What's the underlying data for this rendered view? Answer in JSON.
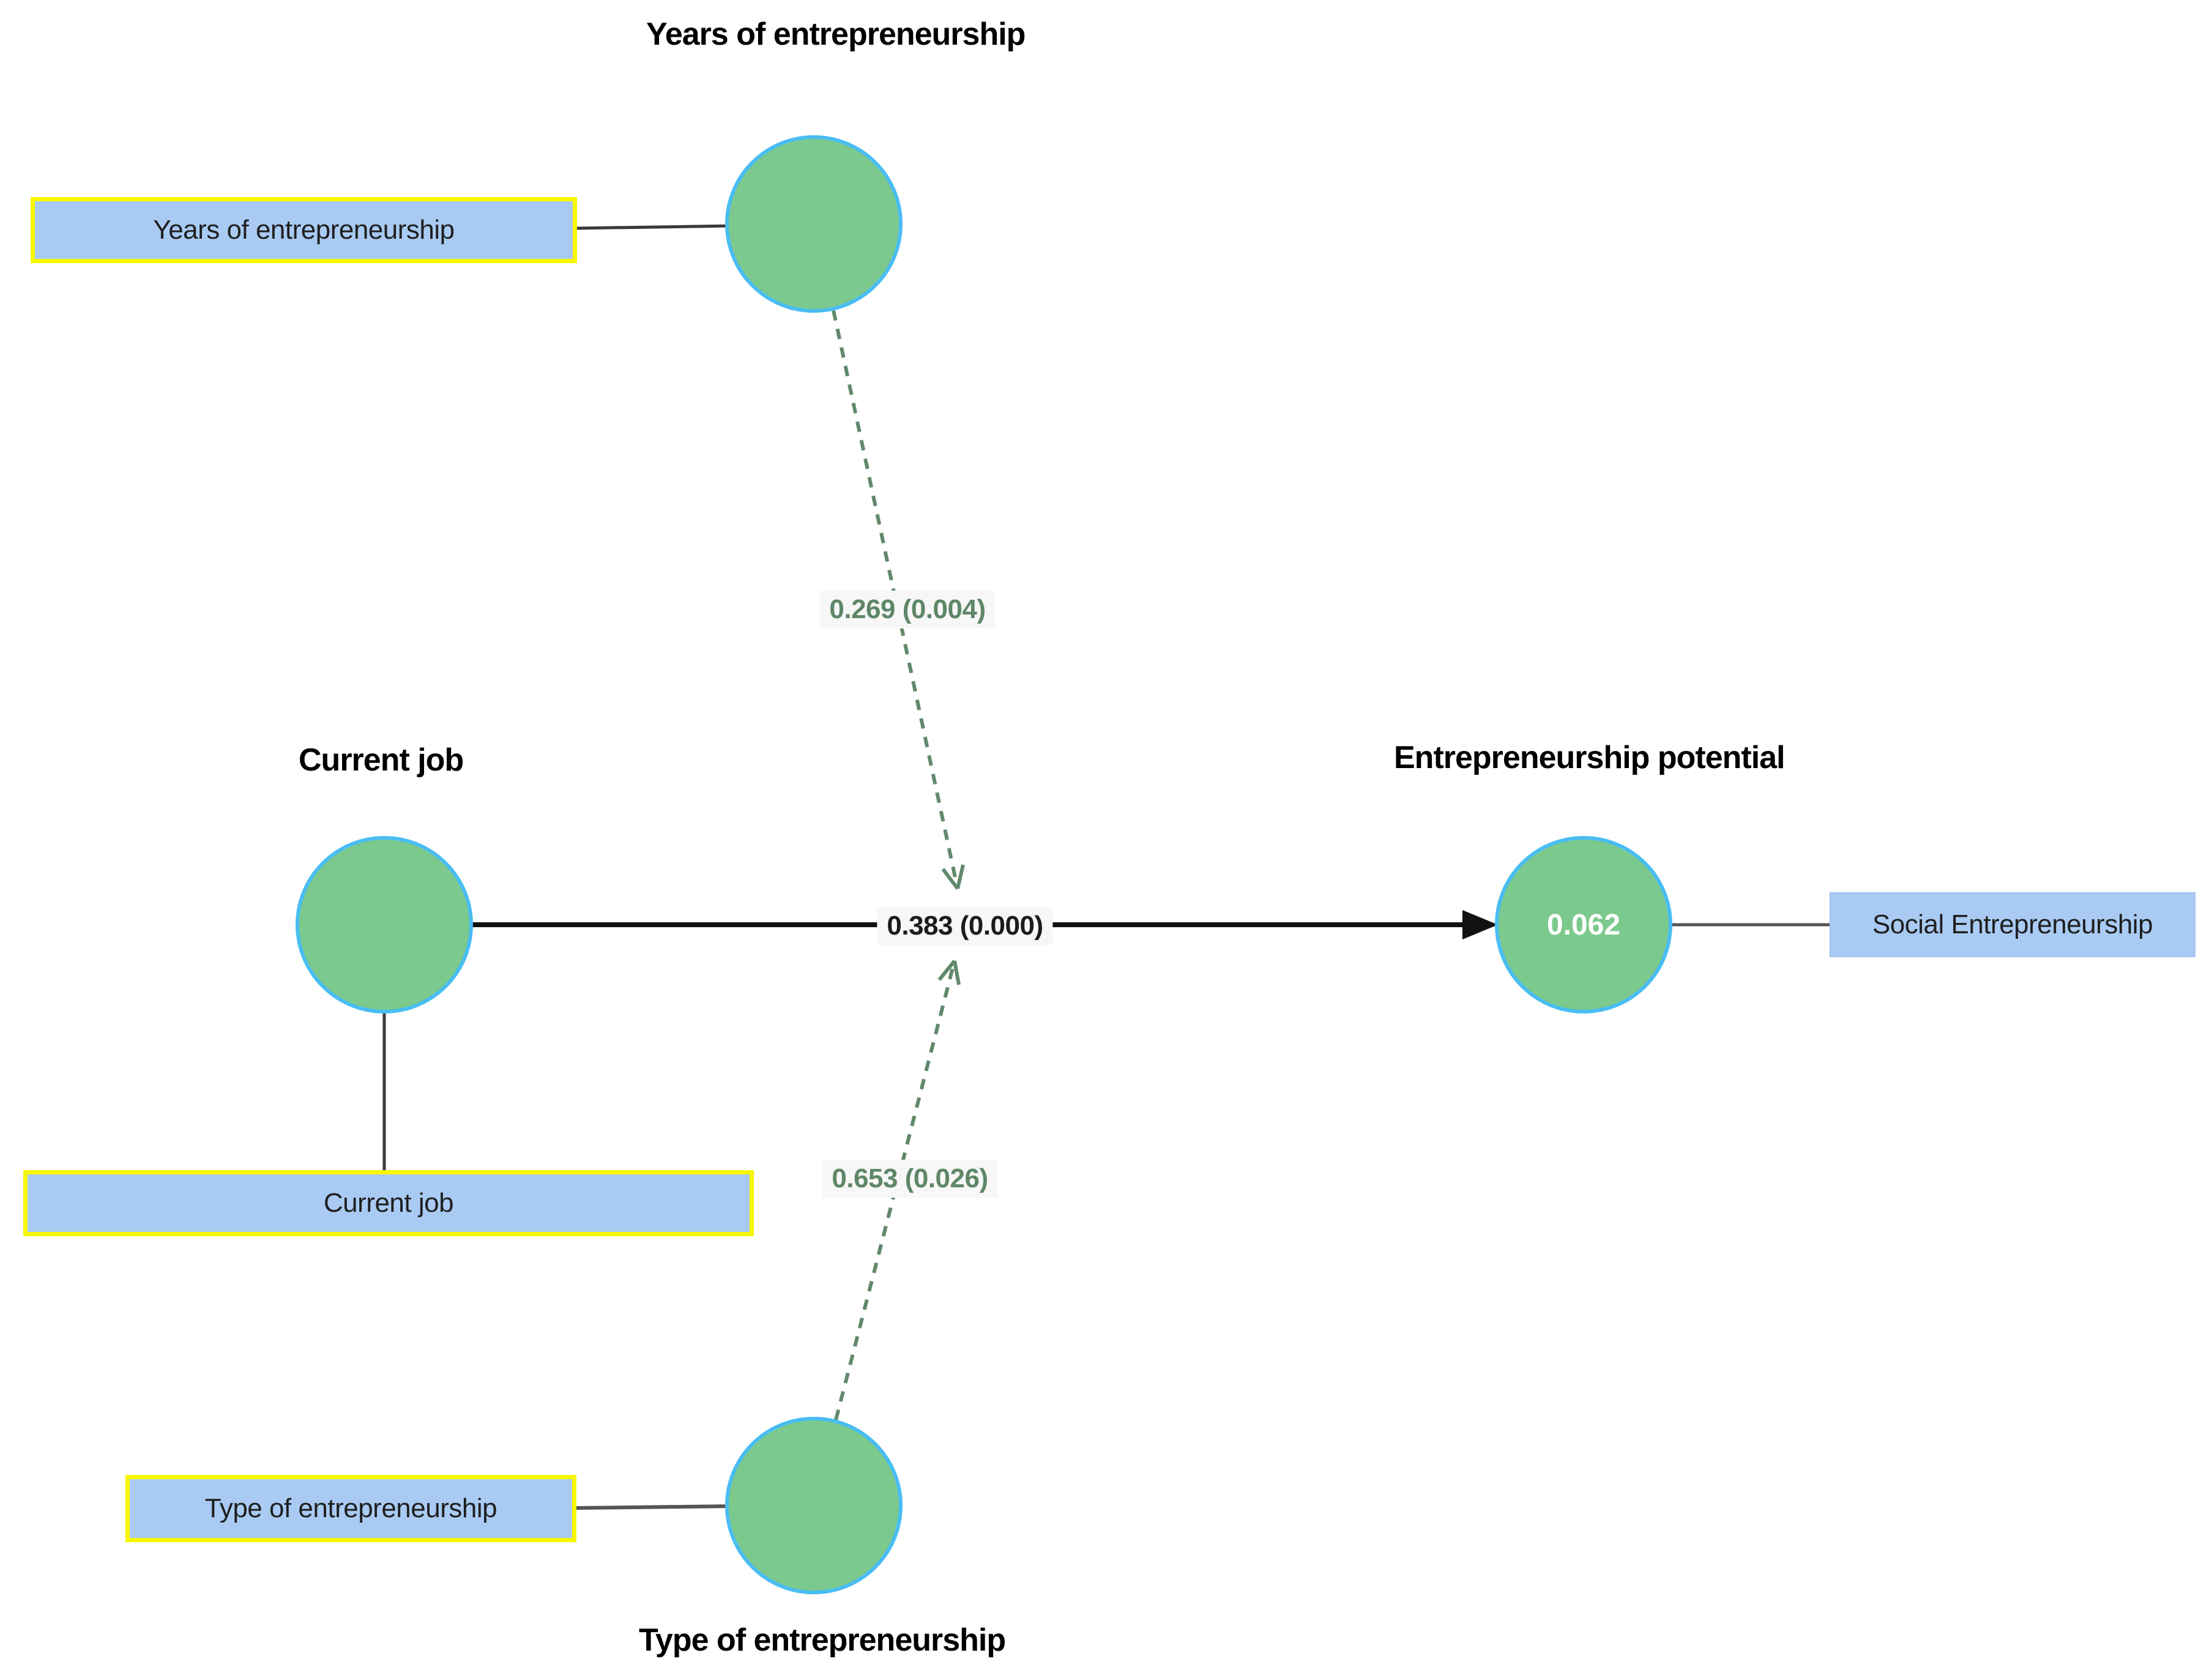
{
  "diagram": {
    "nodes": {
      "years": {
        "title": "Years of entrepreneurship",
        "indicator": "Years of entrepreneurship"
      },
      "current_job": {
        "title": "Current job",
        "indicator": "Current job"
      },
      "type": {
        "title": "Type of entrepreneurship",
        "indicator": "Type of entrepreneurship"
      },
      "potential": {
        "title": "Entrepreneurship potential",
        "value": "0.062",
        "indicator": "Social Entrepreneurship"
      }
    },
    "paths": [
      {
        "from": "Years of entrepreneurship",
        "to": "Current job -> Entrepreneurship potential",
        "label": "0.269 (0.004)",
        "style": "dashed"
      },
      {
        "from": "Current job",
        "to": "Entrepreneurship potential",
        "label": "0.383 (0.000)",
        "style": "solid"
      },
      {
        "from": "Type of entrepreneurship",
        "to": "Current job -> Entrepreneurship potential",
        "label": "0.653 (0.026)",
        "style": "dashed"
      }
    ]
  },
  "colors": {
    "green": "#7CC98E",
    "circleBorder": "#49BDF2",
    "boxFill": "#A9CBF3",
    "boxBorder": "#F7F700",
    "dash": "#61896B",
    "coeff": "#5E8768",
    "ink": "#1c1c1c",
    "lineGray": "#555555",
    "labelBg": "#F6F7F6"
  }
}
